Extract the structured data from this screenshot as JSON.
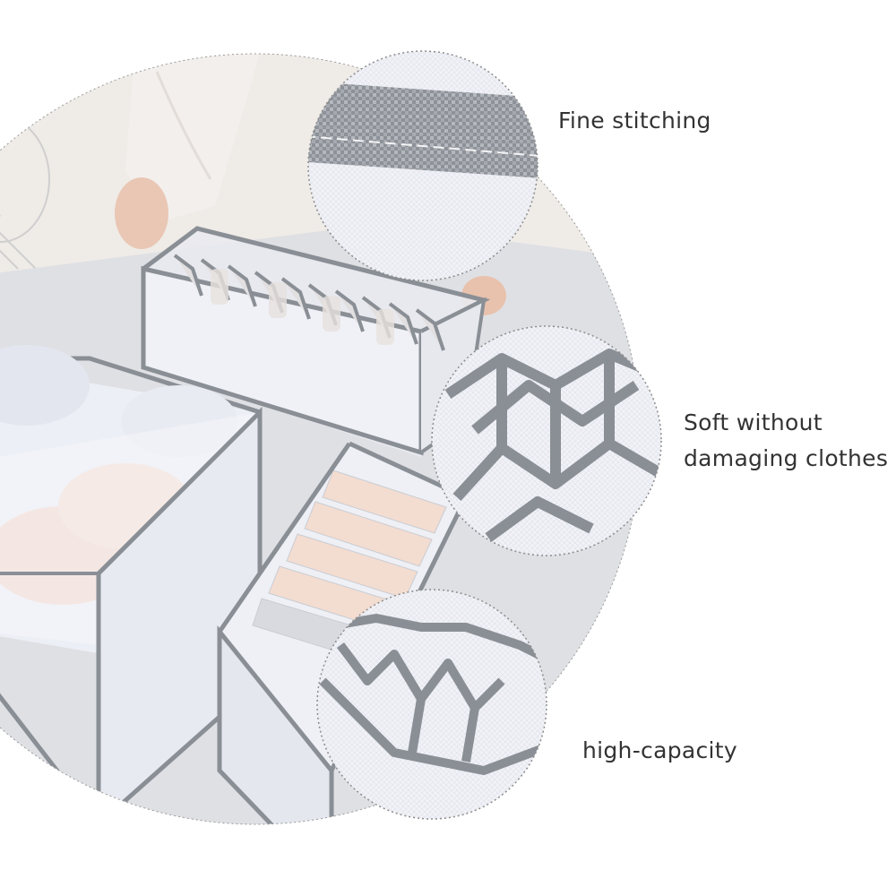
{
  "background_color": "#ffffff",
  "labels": {
    "fine_stitching": "Fine stitching",
    "soft_line_1": "Soft without",
    "soft_line_2": "damaging clothes",
    "high_capacity": "high-capacity"
  },
  "detail_callouts": [
    {
      "name": "stitching-detail",
      "depicts": "woven grey trim band stitched onto white mesh"
    },
    {
      "name": "soft-mesh-detail",
      "depicts": "grey fabric strap dividers over sheer mesh"
    },
    {
      "name": "capacity-detail",
      "depicts": "row of open compartments with grey strap edges"
    }
  ],
  "colors": {
    "trim": "#8a8f96",
    "mesh": "#eef0f6",
    "table": "#e3e4e8",
    "pink_item": "#f3d9cc",
    "text": "#333333"
  }
}
